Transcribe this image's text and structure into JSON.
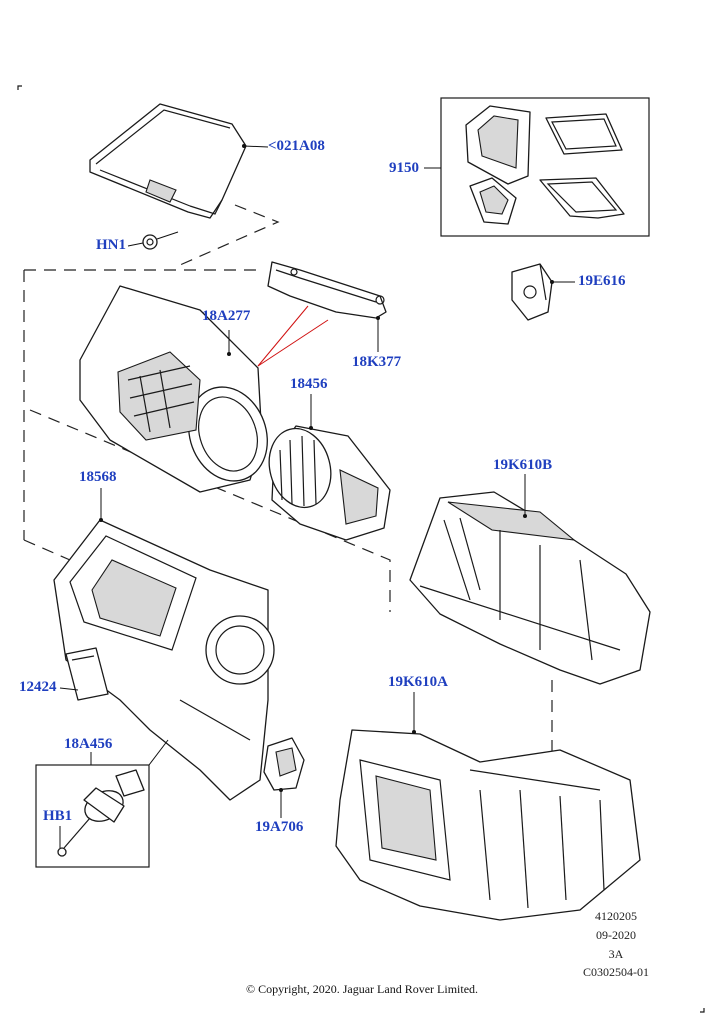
{
  "callouts": {
    "c_021A08": "<021A08",
    "c_9150": "9150",
    "c_HN1": "HN1",
    "c_19E616": "19E616",
    "c_18A277": "18A277",
    "c_18K377": "18K377",
    "c_18456": "18456",
    "c_19K610B": "19K610B",
    "c_18568": "18568",
    "c_12424": "12424",
    "c_19K610A": "19K610A",
    "c_18A456": "18A456",
    "c_HB1": "HB1",
    "c_19A706": "19A706"
  },
  "meta": {
    "code1": "4120205",
    "date": "09-2020",
    "rev": "3A",
    "code2": "C0302504-01"
  },
  "copyright": "© Copyright, 2020. Jaguar Land Rover Limited.",
  "colors": {
    "callout": "#1f3fbf",
    "redline": "#d01010"
  }
}
